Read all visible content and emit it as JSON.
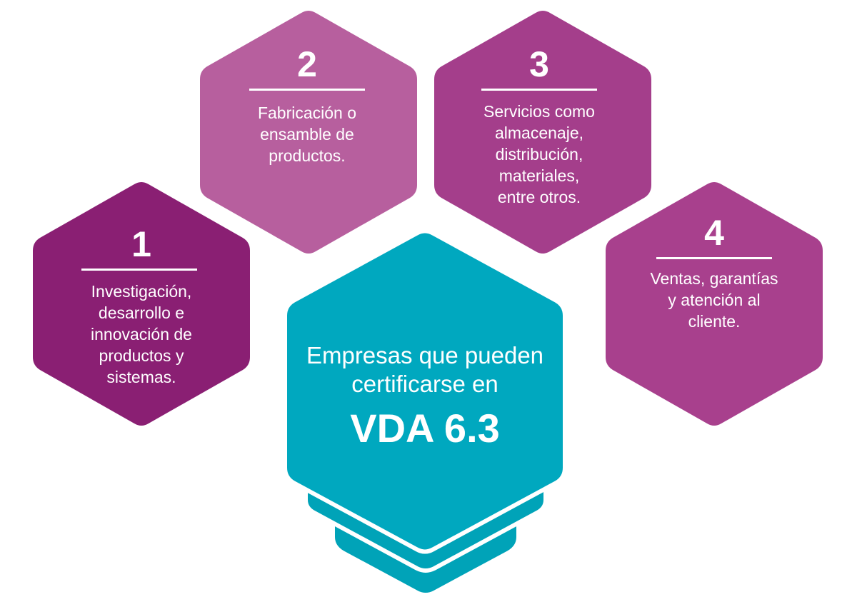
{
  "colors": {
    "hex1": "#8a1f73",
    "hex2": "#b75f9e",
    "hex3": "#a43e8b",
    "hex4": "#a8408d",
    "center": "#00a8bf",
    "center_shadow": "#00a3b8",
    "outline": "#ffffff"
  },
  "steps": [
    {
      "number": "1",
      "text": [
        "Investigación,",
        "desarrollo e",
        "innovación de",
        "productos y",
        "sistemas."
      ]
    },
    {
      "number": "2",
      "text": [
        "Fabricación o",
        "ensamble de",
        "productos."
      ]
    },
    {
      "number": "3",
      "text": [
        "Servicios como",
        "almacenaje,",
        "distribución,",
        "materiales,",
        "entre otros."
      ]
    },
    {
      "number": "4",
      "text": [
        "Ventas, garantías",
        "y atención al",
        "cliente."
      ]
    }
  ],
  "center": {
    "line1": "Empresas que pueden",
    "line2": "certificarse en",
    "title": "VDA 6.3"
  }
}
